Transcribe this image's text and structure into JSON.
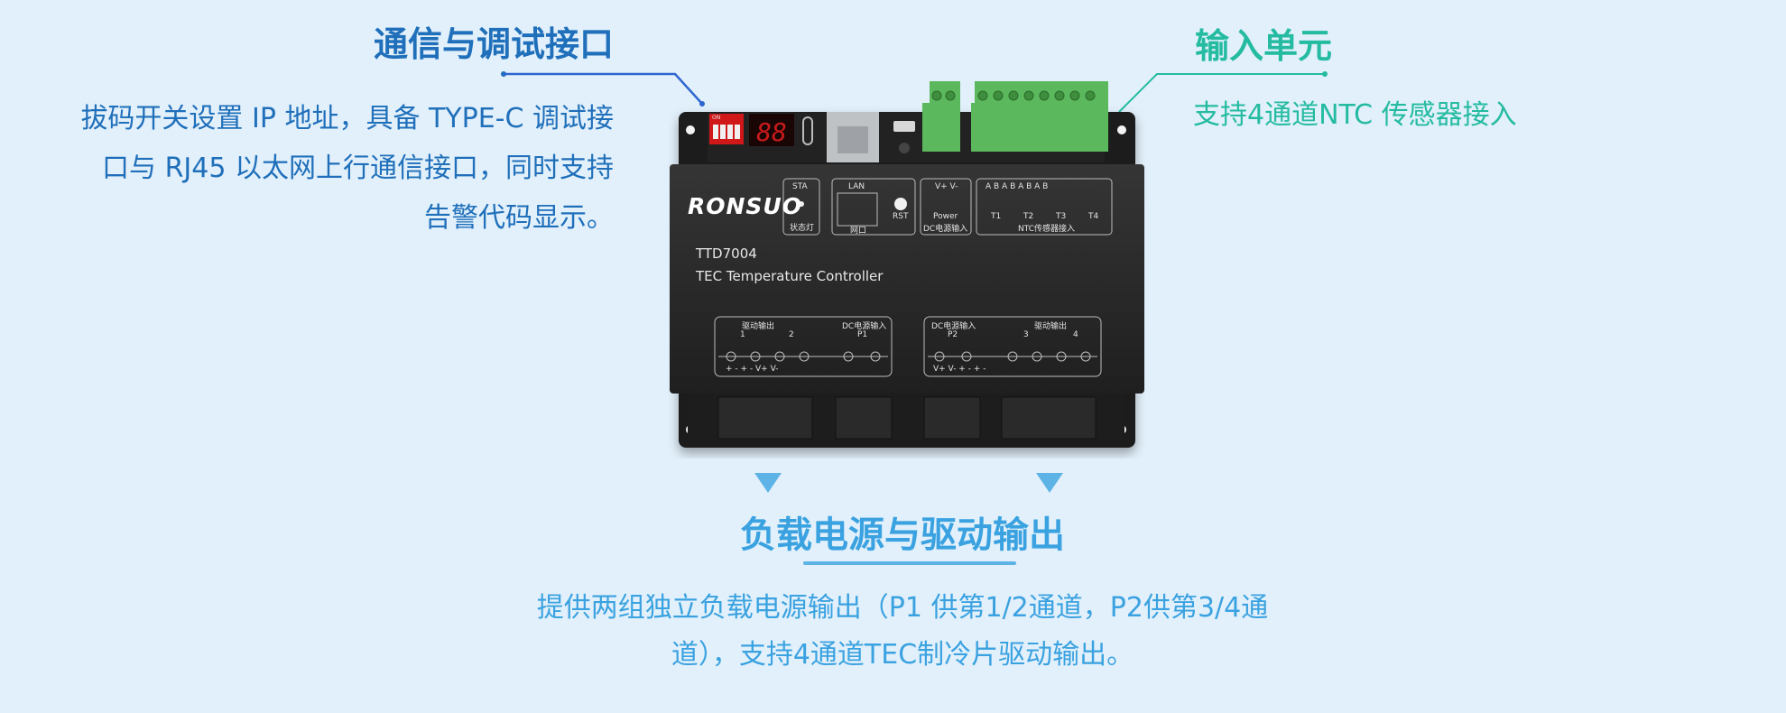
{
  "comm_section": {
    "title": "通信与调试接口",
    "desc_lines": [
      "拔码开关设置 IP 地址，具备 TYPE-C 调试接",
      "口与 RJ45 以太网上行通信接口，同时支持",
      "告警代码显示。"
    ]
  },
  "input_section": {
    "title": "输入单元",
    "desc": "支持4通道NTC 传感器接入"
  },
  "load_section": {
    "title": "负载电源与驱动输出",
    "desc_lines": [
      "提供两组独立负载电源输出（P1 供第1/2通道，P2供第3/4通",
      "道），支持4通道TEC制冷片驱动输出。"
    ]
  },
  "device": {
    "brand": "RONSUO",
    "model": "TTD7004",
    "model_desc": "TEC Temperature Controller",
    "labels": {
      "sta": "STA",
      "sta_sub": "状态灯",
      "lan": "LAN",
      "lan_sub": "网口",
      "rst": "RST",
      "power_pins": "V+  V-",
      "power": "Power",
      "dc_in": "DC电源输入",
      "ntc_pins": "A   B   A   B   A   B   A   B",
      "t1": "T1",
      "t2": "T2",
      "t3": "T3",
      "t4": "T4",
      "ntc": "NTC传感器接入",
      "drive_out_left": "驱动输出",
      "dc_in_left": "DC电源输入",
      "ch1": "1",
      "ch2": "2",
      "p1": "P1",
      "pins_left": "+   -   +   -      V+   V-",
      "dc_in_right": "DC电源输入",
      "drive_out_right": "驱动输出",
      "p2": "P2",
      "ch3": "3",
      "ch4": "4",
      "pins_right": "V+   V-      +   -   +   -",
      "dip_on": "ON",
      "display": "88"
    }
  },
  "colors": {
    "background": "#e2f0fb",
    "comm": "#1f6fba",
    "input": "#24bba1",
    "load": "#3aa2e0",
    "device_body": "#2b2b2b",
    "terminal_green": "#5cb85c"
  }
}
